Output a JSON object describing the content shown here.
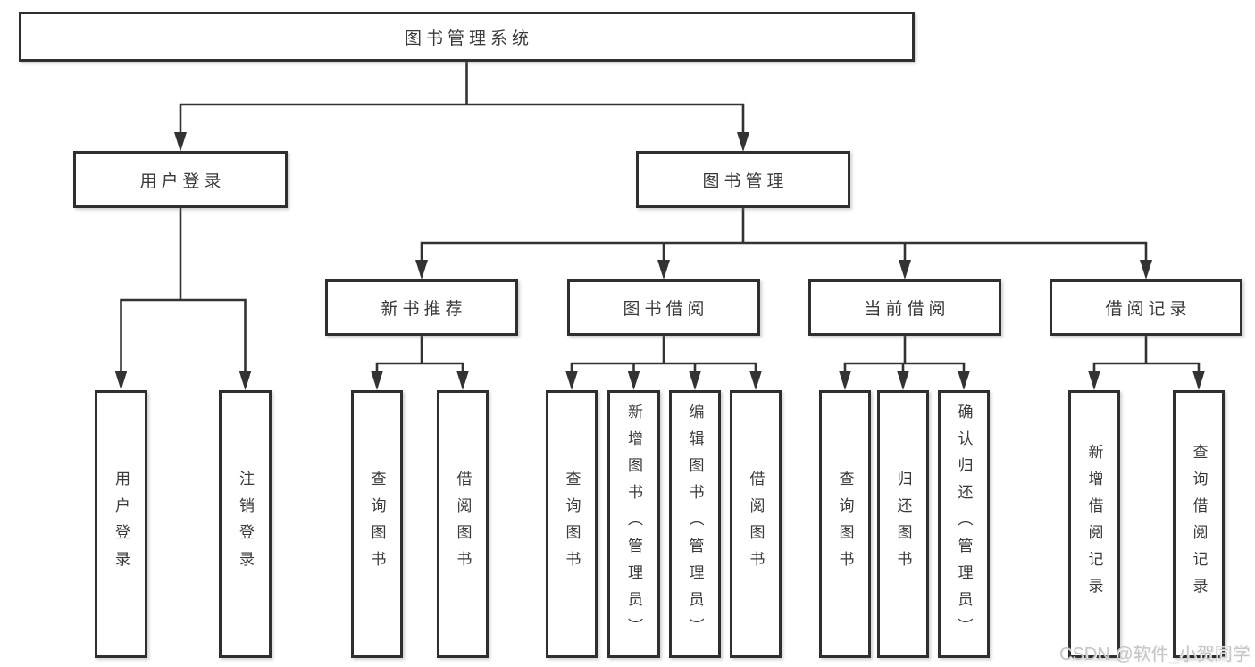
{
  "diagram": {
    "root": {
      "label": "图书管理系统"
    },
    "branches": [
      {
        "label": "用户登录",
        "children": [
          {
            "label": "用户登录"
          },
          {
            "label": "注销登录"
          }
        ]
      },
      {
        "label": "图书管理",
        "children": [
          {
            "label": "新书推荐",
            "children": [
              {
                "label": "查询图书"
              },
              {
                "label": "借阅图书"
              }
            ]
          },
          {
            "label": "图书借阅",
            "children": [
              {
                "label": "查询图书"
              },
              {
                "label": "新增图书（管理员）"
              },
              {
                "label": "编辑图书（管理员）"
              },
              {
                "label": "借阅图书"
              }
            ]
          },
          {
            "label": "当前借阅",
            "children": [
              {
                "label": "查询图书"
              },
              {
                "label": "归还图书"
              },
              {
                "label": "确认归还（管理员）"
              }
            ]
          },
          {
            "label": "借阅记录",
            "children": [
              {
                "label": "新增借阅记录"
              },
              {
                "label": "查询借阅记录"
              }
            ]
          }
        ]
      }
    ]
  },
  "watermark": {
    "text": "CSDN @软件_小贺同学"
  },
  "colors": {
    "line": "#333333",
    "box_border": "#2f2f2f",
    "box_fill": "#ffffff",
    "text": "#3a3a3a",
    "watermark": "#c6c6c6",
    "background": "#ffffff"
  }
}
